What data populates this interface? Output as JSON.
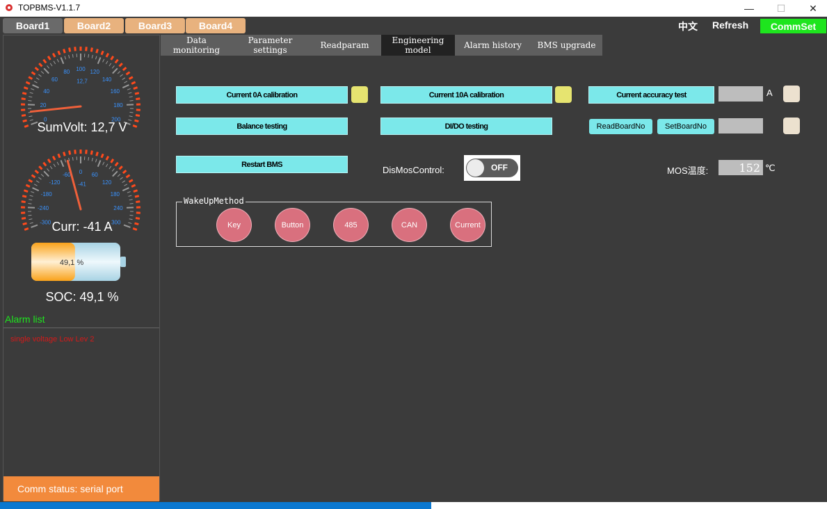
{
  "window": {
    "title": "TOPBMS-V1.1.7",
    "minimize": "—",
    "maximize": "☐",
    "close": "✕"
  },
  "boards": [
    "Board1",
    "Board2",
    "Board3",
    "Board4"
  ],
  "topbar": {
    "lang": "中文",
    "refresh": "Refresh",
    "commset": "CommSet"
  },
  "gauges": {
    "volt": {
      "label": "SumVolt: 12,7 V",
      "value": 12.7,
      "min": 0,
      "max": 200,
      "center_text": "12,7",
      "ticks": [
        "0",
        "20",
        "40",
        "60",
        "80",
        "100",
        "120",
        "140",
        "160",
        "180",
        "200"
      ]
    },
    "curr": {
      "label": "Curr: -41 A",
      "value": -41,
      "min": -300,
      "max": 300,
      "center_text": "-41",
      "ticks": [
        "-300",
        "-240",
        "-180",
        "-120",
        "-60",
        "0",
        "60",
        "120",
        "180",
        "240",
        "300"
      ]
    }
  },
  "battery": {
    "text": "49,1 %",
    "soc": 0.491,
    "label": "SOC: 49,1 %"
  },
  "alarm": {
    "title": "Alarm list",
    "items": [
      "single voltage Low Lev 2"
    ]
  },
  "comm_status": "Comm status: serial port",
  "nav_tabs": [
    {
      "line1": "Data",
      "line2": "monitoring"
    },
    {
      "line1": "Parameter",
      "line2": "settings"
    },
    {
      "line1": "Readparam",
      "line2": ""
    },
    {
      "line1": "Engineering",
      "line2": "model"
    },
    {
      "line1": "Alarm history",
      "line2": ""
    },
    {
      "line1": "BMS upgrade",
      "line2": ""
    }
  ],
  "buttons": {
    "cal0": "Current 0A calibration",
    "cal10": "Current 10A calibration",
    "accuracy": "Current accuracy test",
    "balance": "Balance testing",
    "dido": "DI/DO testing",
    "readboard": "ReadBoardNo",
    "setboard": "SetBoardNo",
    "restart": "Restart BMS"
  },
  "unit_a": "A",
  "dismos": {
    "label": "DisMosControl:",
    "state": "OFF"
  },
  "mos": {
    "label": "MOS温度:",
    "value": "152",
    "unit": "℃"
  },
  "wake": {
    "title": "WakeUpMethod",
    "buttons": [
      "Key",
      "Button",
      "485",
      "CAN",
      "Current"
    ]
  },
  "colors": {
    "accent_green": "#1ee51e",
    "board_tab": "#e8b27e",
    "cyan_btn": "#7be8ea",
    "alarm_red": "#d51a1a",
    "comm_orange": "#f28a3c"
  }
}
